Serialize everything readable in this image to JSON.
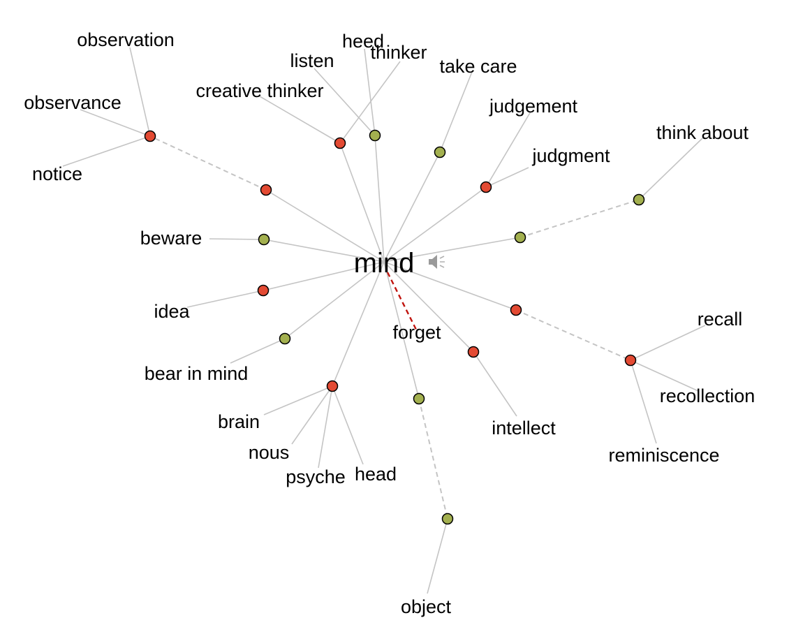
{
  "center": {
    "word": "mind",
    "audio_icon": "speaker-icon"
  },
  "colors": {
    "noun": "#e34a33",
    "verb": "#a3b04f",
    "edge": "#c4c4c4",
    "antonym": "#c0140e"
  },
  "nodes": [
    {
      "id": "n_obs",
      "pos": "noun"
    },
    {
      "id": "n_ct",
      "pos": "noun"
    },
    {
      "id": "n_heed",
      "pos": "verb"
    },
    {
      "id": "n_tc",
      "pos": "verb"
    },
    {
      "id": "n_jud",
      "pos": "noun"
    },
    {
      "id": "n_red",
      "pos": "noun"
    },
    {
      "id": "n_think",
      "pos": "verb"
    },
    {
      "id": "n_ta",
      "pos": "verb"
    },
    {
      "id": "n_bew",
      "pos": "verb"
    },
    {
      "id": "n_idea",
      "pos": "noun"
    },
    {
      "id": "n_bim",
      "pos": "verb"
    },
    {
      "id": "n_brain",
      "pos": "noun"
    },
    {
      "id": "n_obj1",
      "pos": "verb"
    },
    {
      "id": "n_obj2",
      "pos": "verb"
    },
    {
      "id": "n_int",
      "pos": "noun"
    },
    {
      "id": "n_mem1",
      "pos": "noun"
    },
    {
      "id": "n_mem2",
      "pos": "noun"
    }
  ],
  "labels": [
    {
      "id": "l_observation",
      "text": "observation"
    },
    {
      "id": "l_observance",
      "text": "observance"
    },
    {
      "id": "l_notice",
      "text": "notice"
    },
    {
      "id": "l_creative",
      "text": "creative thinker"
    },
    {
      "id": "l_listen",
      "text": "listen"
    },
    {
      "id": "l_heed",
      "text": "heed"
    },
    {
      "id": "l_thinker",
      "text": "thinker"
    },
    {
      "id": "l_takecare",
      "text": "take care"
    },
    {
      "id": "l_judgement",
      "text": "judgement"
    },
    {
      "id": "l_judgment",
      "text": "judgment"
    },
    {
      "id": "l_thinkabout",
      "text": "think about"
    },
    {
      "id": "l_beware",
      "text": "beware"
    },
    {
      "id": "l_idea",
      "text": "idea"
    },
    {
      "id": "l_bearinmind",
      "text": "bear in mind"
    },
    {
      "id": "l_forget",
      "text": "forget"
    },
    {
      "id": "l_brain",
      "text": "brain"
    },
    {
      "id": "l_nous",
      "text": "nous"
    },
    {
      "id": "l_psyche",
      "text": "psyche"
    },
    {
      "id": "l_head",
      "text": "head"
    },
    {
      "id": "l_intellect",
      "text": "intellect"
    },
    {
      "id": "l_recall",
      "text": "recall"
    },
    {
      "id": "l_recollection",
      "text": "recollection"
    },
    {
      "id": "l_reminiscence",
      "text": "reminiscence"
    },
    {
      "id": "l_object",
      "text": "object"
    }
  ]
}
